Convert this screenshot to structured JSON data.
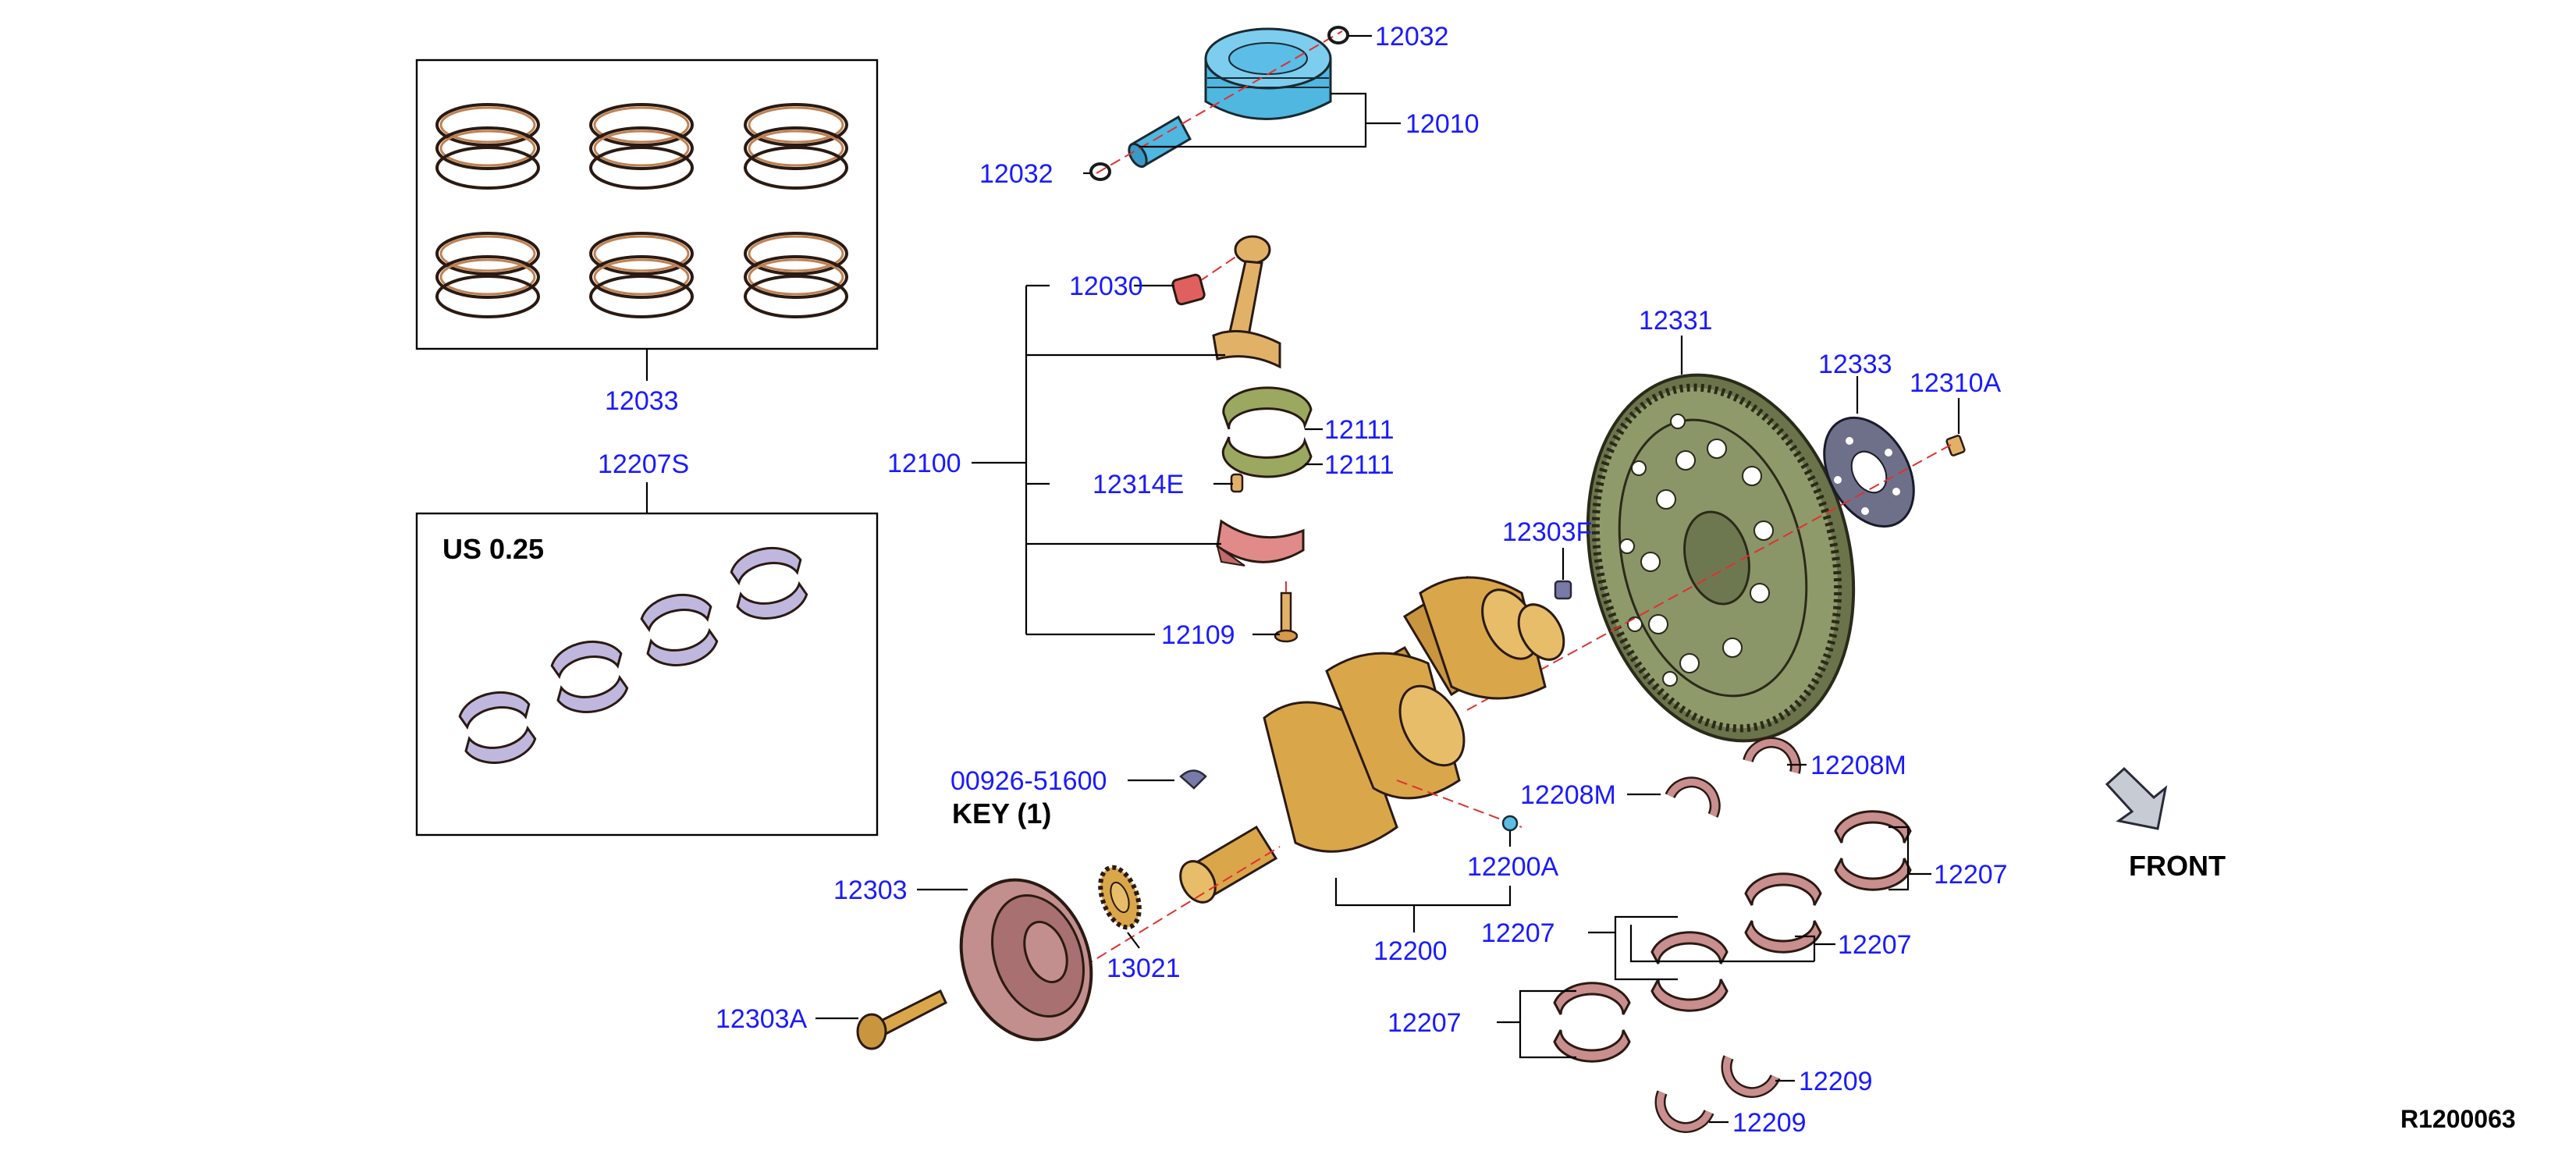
{
  "labels": {
    "l12032a": "12032",
    "l12032b": "12032",
    "l12010": "12010",
    "l12033": "12033",
    "l12207S": "12207S",
    "us025": "US 0.25",
    "l12030": "12030",
    "l12100": "12100",
    "l12111a": "12111",
    "l12111b": "12111",
    "l12314E": "12314E",
    "l12109": "12109",
    "l12331": "12331",
    "l12333": "12333",
    "l12310A": "12310A",
    "l12303F": "12303F",
    "l00926": "00926-51600",
    "key": "KEY (1)",
    "l12200A": "12200A",
    "l12200": "12200",
    "l12303": "12303",
    "l13021": "13021",
    "l12303A": "12303A",
    "l12208Ma": "12208M",
    "l12208Mb": "12208M",
    "l12207a": "12207",
    "l12207b": "12207",
    "l12207c": "12207",
    "l12207d": "12207",
    "l12209a": "12209",
    "l12209b": "12209",
    "front": "FRONT",
    "ref": "R1200063"
  },
  "colors": {
    "label_blue": "#1a1aff",
    "piston": "#4fb7e0",
    "crank": "#d9a64a",
    "flywheel": "#8f9a6a",
    "bearing": "#c98e8e",
    "bearing_inner": "#bfb7dd",
    "pulley": "#c28e8e",
    "ring_copper": "#c08050",
    "conrod": "#e2b168",
    "bearing_green": "#9aa860"
  },
  "icons": {
    "front_arrow": "front-arrow-icon"
  }
}
